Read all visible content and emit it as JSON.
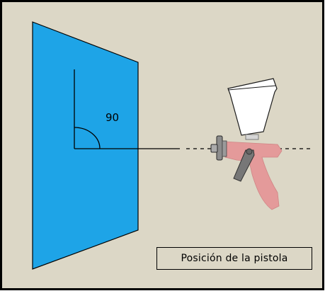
{
  "diagram": {
    "angle_label": "90",
    "caption": "Posición de la pistola",
    "colors": {
      "background": "#dcd7c6",
      "frame": "#000000",
      "panel_fill": "#1ea4e7",
      "panel_stroke": "#000000",
      "gun_body": "#e49a9a",
      "cup_fill": "#ffffff",
      "trigger": "#777777",
      "nozzle": "#8c8c8c"
    },
    "icons": [
      "blue-panel-surface",
      "spray-gun-icon",
      "angle-arc-icon"
    ]
  }
}
